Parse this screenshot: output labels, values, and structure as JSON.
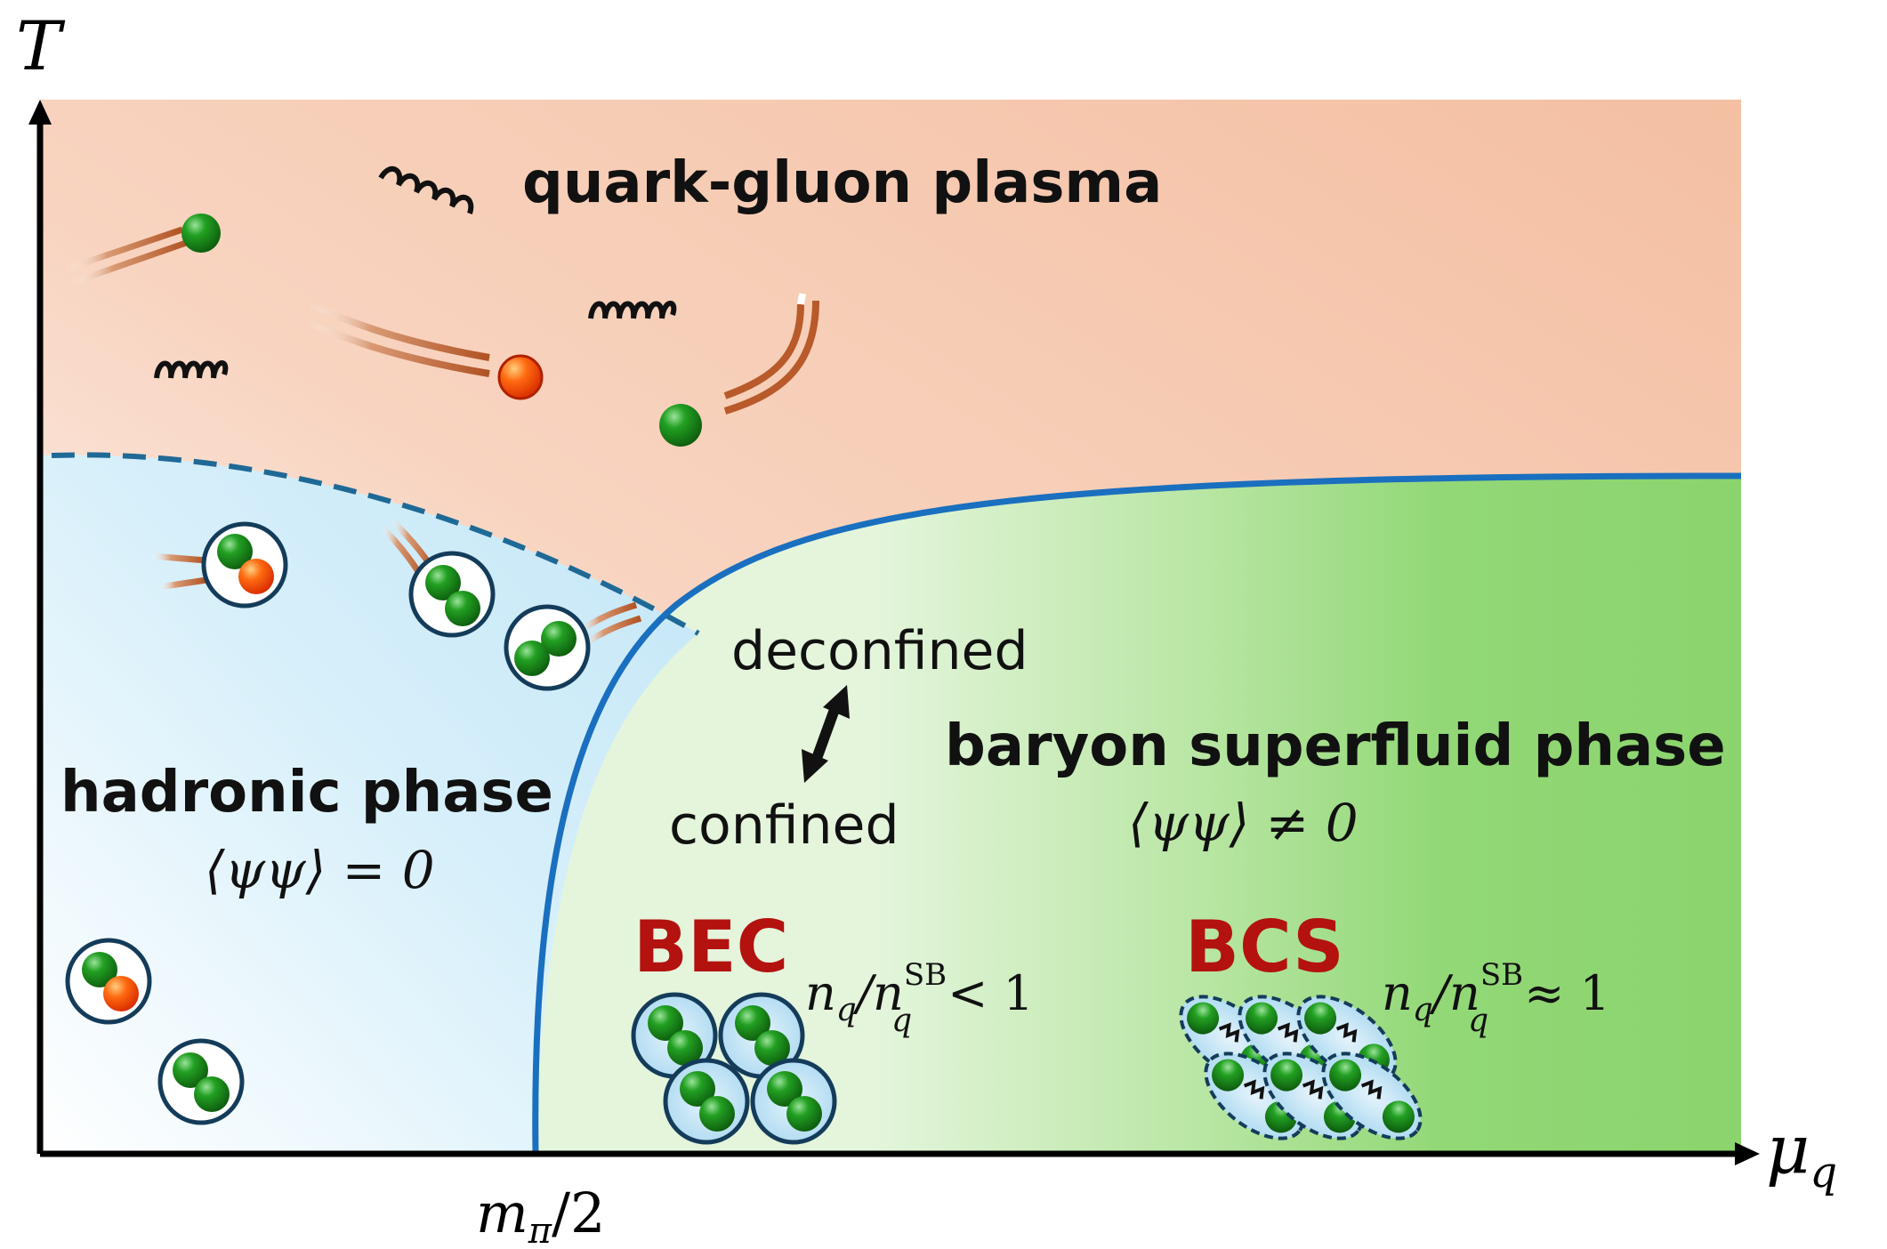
{
  "axes": {
    "y_label": "T",
    "x_label_main": "μ",
    "x_label_sub": "q",
    "x_tick_main": "m",
    "x_tick_sub": "π",
    "x_tick_rest": "/2"
  },
  "regions": {
    "qgp_label": "quark-gluon plasma",
    "hadronic_label": "hadronic phase",
    "hadronic_condition": "⟨ψψ⟩ = 0",
    "superfluid_label": "baryon superfluid phase",
    "superfluid_condition": "⟨ψψ⟩ ≠ 0"
  },
  "transition": {
    "upper": "deconfined",
    "lower": "confined"
  },
  "regimes": {
    "bec_label": "BEC",
    "bec_n": "n",
    "bec_q1": "q",
    "bec_slash": "/n",
    "bec_sup": "SB",
    "bec_q2": "q",
    "bec_rel": "< 1",
    "bcs_label": "BCS",
    "bcs_n": "n",
    "bcs_q1": "q",
    "bcs_slash": "/n",
    "bcs_sup": "SB",
    "bcs_q2": "q",
    "bcs_rel": "≈ 1"
  },
  "colors": {
    "qgp": "#f5c2a6",
    "hadronic": "#cfeaf8",
    "superfluid": "#8ed672",
    "boundary": "#1a6fbf",
    "dashed_boundary": "#1f6996",
    "regime_red": "#b3120f",
    "quark_green": "#1e8a1e",
    "quark_red": "#f24a0a",
    "string_brown": "#b85a2a"
  }
}
